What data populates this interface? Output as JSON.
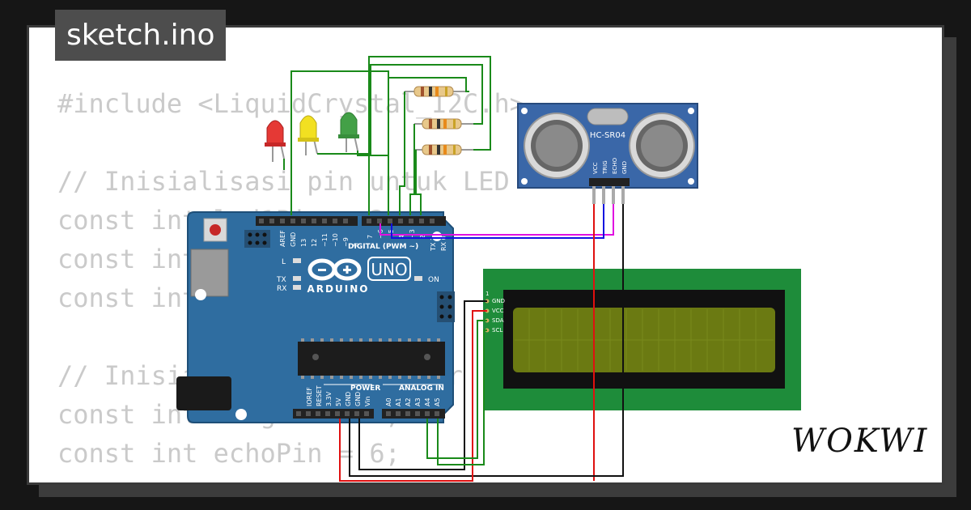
{
  "title": "sketch.ino",
  "brand": "WOKWI",
  "code_lines": [
    "#include <LiquidCrystal_I2C.h>",
    "",
    "// Inisialisasi pin untuk LED",
    "const int led1Pin = 2;",
    "const int",
    "const int",
    "",
    "// Inisialisasi pin sensor",
    "const int trigPin = 7;",
    "const int echoPin = 6;"
  ],
  "arduino": {
    "board_name": "UNO",
    "brand": "ARDUINO",
    "digital_label": "DIGITAL (PWM ~)",
    "power_label": "POWER",
    "analog_label": "ANALOG IN",
    "on_label": "ON",
    "l_label": "L",
    "tx_label": "TX",
    "rx_label": "RX",
    "top_pins": [
      "AREF",
      "GND",
      "13",
      "12",
      "~11",
      "~10",
      "~9",
      "8",
      "7",
      "~6",
      "~5",
      "4",
      "~3",
      "2",
      "TX 1",
      "RX 0"
    ],
    "power_pins": [
      "IOREF",
      "RESET",
      "3.3V",
      "5V",
      "GND",
      "GND",
      "Vin"
    ],
    "analog_pins": [
      "A0",
      "A1",
      "A2",
      "A3",
      "A4",
      "A5"
    ]
  },
  "sensor": {
    "name": "HC-SR04",
    "pins": [
      "VCC",
      "TRIG",
      "ECHO",
      "GND"
    ]
  },
  "lcd": {
    "pin1_label": "1",
    "pins": [
      "GND",
      "VCC",
      "SDA",
      "SCL"
    ]
  },
  "leds": [
    {
      "color": "red",
      "hex": "#e53935"
    },
    {
      "color": "yellow",
      "hex": "#f2e021"
    },
    {
      "color": "green",
      "hex": "#43a047"
    }
  ],
  "colors": {
    "wire_green": "#1a8a1a",
    "wire_red": "#e01010",
    "wire_black": "#111111",
    "wire_blue": "#1010e0",
    "wire_magenta": "#e010e0",
    "board": "#2f6da0",
    "lcd_pcb": "#1e8c3a",
    "lcd_screen": "#6b7a12"
  }
}
